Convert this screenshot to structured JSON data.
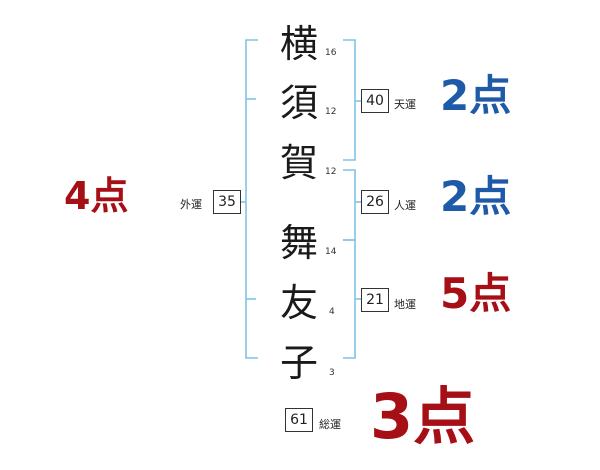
{
  "name": {
    "surname": [
      {
        "char": "横",
        "strokes": "16"
      },
      {
        "char": "須",
        "strokes": "12"
      },
      {
        "char": "賀",
        "strokes": "12"
      }
    ],
    "given": [
      {
        "char": "舞",
        "strokes": "14"
      },
      {
        "char": "友",
        "strokes": "4"
      },
      {
        "char": "子",
        "strokes": "3"
      }
    ]
  },
  "fortunes": {
    "gaiun": {
      "label": "外運",
      "value": "35",
      "score": "4点",
      "color": "#a50f15"
    },
    "tenun": {
      "label": "天運",
      "value": "40",
      "score": "2点",
      "color": "#1f5aa8"
    },
    "jinun": {
      "label": "人運",
      "value": "26",
      "score": "2点",
      "color": "#1f5aa8"
    },
    "chiun": {
      "label": "地運",
      "value": "21",
      "score": "5点",
      "color": "#a50f15"
    },
    "souun": {
      "label": "総運",
      "value": "61",
      "score": "3点",
      "color": "#a50f15"
    }
  },
  "colors": {
    "bracket": "#7ec3e6"
  }
}
